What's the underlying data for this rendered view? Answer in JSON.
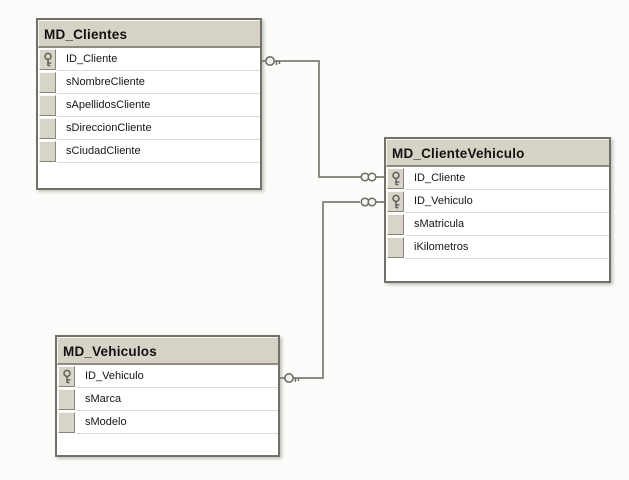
{
  "diagram": {
    "background_color": "#fcfcfa",
    "colors": {
      "table_border": "#71716a",
      "header_background": "#d6d2c6",
      "row_background": "#ffffff",
      "selector_background": "#d8d4c8",
      "relationship_line": "#8d8d84",
      "text": "#121212"
    },
    "icons": {
      "primary_key": "key-icon",
      "one_end": "key-icon",
      "many_end": "infinity-icon"
    },
    "tables": [
      {
        "name": "MD_Clientes",
        "fields": [
          {
            "name": "ID_Cliente",
            "primary_key": true
          },
          {
            "name": "sNombreCliente",
            "primary_key": false
          },
          {
            "name": "sApellidosCliente",
            "primary_key": false
          },
          {
            "name": "sDireccionCliente",
            "primary_key": false
          },
          {
            "name": "sCiudadCliente",
            "primary_key": false
          }
        ]
      },
      {
        "name": "MD_ClienteVehiculo",
        "fields": [
          {
            "name": "ID_Cliente",
            "primary_key": true
          },
          {
            "name": "ID_Vehiculo",
            "primary_key": true
          },
          {
            "name": "sMatricula",
            "primary_key": false
          },
          {
            "name": "iKilometros",
            "primary_key": false
          }
        ]
      },
      {
        "name": "MD_Vehiculos",
        "fields": [
          {
            "name": "ID_Vehiculo",
            "primary_key": true
          },
          {
            "name": "sMarca",
            "primary_key": false
          },
          {
            "name": "sModelo",
            "primary_key": false
          }
        ]
      }
    ],
    "relationships": [
      {
        "from_table": "MD_Clientes",
        "from_field": "ID_Cliente",
        "from_cardinality": "one",
        "to_table": "MD_ClienteVehiculo",
        "to_field": "ID_Cliente",
        "to_cardinality": "many"
      },
      {
        "from_table": "MD_Vehiculos",
        "from_field": "ID_Vehiculo",
        "from_cardinality": "one",
        "to_table": "MD_ClienteVehiculo",
        "to_field": "ID_Vehiculo",
        "to_cardinality": "many"
      }
    ]
  }
}
